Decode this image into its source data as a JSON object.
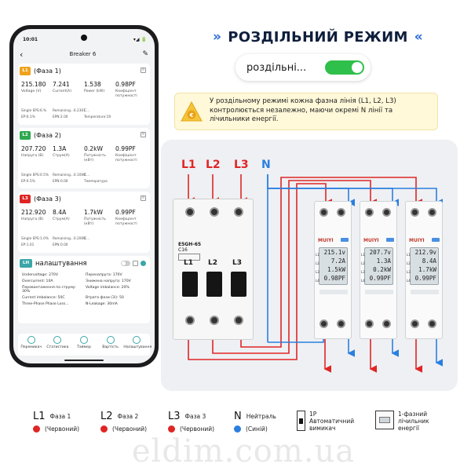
{
  "title": "РОЗДІЛЬНИЙ РЕЖИМ",
  "chevrons": {
    "left": "»",
    "right": "«"
  },
  "mode_pill": {
    "label": "роздільні...",
    "toggle_on": true
  },
  "notice": {
    "text": "У роздільному режимі кожна фазна лінія (L1, L2, L3) контролюється незалежно, маючи окремі N лінії та лічильники енергії."
  },
  "phone": {
    "status_time": "10:01",
    "status_right": "▾◢ 🔋",
    "back": "‹",
    "screen_title": "Breaker 6",
    "edit": "✎",
    "phases": [
      {
        "tag": "L1",
        "title": "(Фаза 1)",
        "color": "#f0a21c",
        "values": [
          {
            "n": "215.180",
            "l": "Voltage (V)"
          },
          {
            "n": "7.241",
            "l": "Current(A)"
          },
          {
            "n": "1.538",
            "l": "Power (kW)"
          },
          {
            "n": "0.98PF",
            "l": "Коефіцієнт потужності"
          }
        ],
        "foot1": [
          "Single EPS:6.%",
          "Remaining...6.2301",
          "C...",
          ""
        ],
        "foot2": [
          "EP:6.1%",
          "EPN:2.00",
          "Temperature:19",
          ""
        ]
      },
      {
        "tag": "L2",
        "title": "(Фаза 2)",
        "color": "#2fa84f",
        "values": [
          {
            "n": "207.720",
            "l": "Напруга (В)"
          },
          {
            "n": "1.3A",
            "l": "Струм(А)"
          },
          {
            "n": "0.2kW",
            "l": "Потужність (кВт)"
          },
          {
            "n": "0.99PF",
            "l": "Коефіцієнт потужності"
          }
        ],
        "foot1": [
          "Single EPS:0.5%",
          "Remaining...0.1000",
          "C...",
          ""
        ],
        "foot2": [
          "EP:0.5%",
          "EPN:0.00",
          "Температура",
          ""
        ]
      },
      {
        "tag": "L3",
        "title": "(Фаза 3)",
        "color": "#e02525",
        "values": [
          {
            "n": "212.920",
            "l": "Напруга (В)"
          },
          {
            "n": "8.4A",
            "l": "Струм(А)"
          },
          {
            "n": "1.7kW",
            "l": "Потужність (кВт)"
          },
          {
            "n": "0.99PF",
            "l": "Коефіцієнт потужності"
          }
        ],
        "foot1": [
          "Single EPS:1.0%",
          "Remaining...0.2000",
          "C...",
          ""
        ],
        "foot2": [
          "EP:1.01",
          "EPN:0.00",
          "",
          ""
        ]
      }
    ],
    "settings": {
      "tag": "LH",
      "title": "налаштування",
      "rows": [
        [
          "Undervoltage: 270V",
          "Перенапруга: 170V"
        ],
        [
          "Overcurrent: 10A",
          "Знижена напруга: 170V"
        ],
        [
          "Перевантаження по струму: 30%",
          "Voltage imbalance: 20%"
        ],
        [
          "Current imbalance: 50C",
          "Втрата фази (Зі): 50"
        ],
        [
          "Three-Phase Phase Loss...",
          "N-Leakage: 30mA"
        ]
      ]
    },
    "tabs": [
      "Перемикач",
      "Статистика",
      "Таймер",
      "Вартість",
      "Налаштування"
    ]
  },
  "diagram": {
    "lines": [
      "L1",
      "L2",
      "L3",
      "N"
    ],
    "line_colors": [
      "#e02525",
      "#e02525",
      "#e02525",
      "#2a7fe0"
    ],
    "breaker": {
      "model": "E5GH-65",
      "rating": "C16",
      "poles": [
        "L1",
        "L2",
        "L3"
      ]
    },
    "meters": [
      {
        "brand": "MUIYI",
        "v": "215.1v",
        "a": "7.2A",
        "kw": "1.5kW",
        "pf": "0.98PF"
      },
      {
        "brand": "MUIYI",
        "v": "207.7v",
        "a": "1.3A",
        "kw": "0.2kW",
        "pf": "0.99PF"
      },
      {
        "brand": "MUIYI",
        "v": "212.9v",
        "a": "8.4A",
        "kw": "1.7kW",
        "pf": "0.99PF"
      }
    ],
    "lcd_side": [
      "L1",
      "L2",
      "L3",
      "L4"
    ]
  },
  "legend": [
    {
      "code": "L1",
      "label": "Фаза 1",
      "sub": "(Червоний)",
      "color": "#e02525"
    },
    {
      "code": "L2",
      "label": "Фаза 2",
      "sub": "(Червоний)",
      "color": "#e02525"
    },
    {
      "code": "L3",
      "label": "Фаза 3",
      "sub": "(Червоний)",
      "color": "#e02525"
    },
    {
      "code": "N",
      "label": "Нейтраль",
      "sub": "(Синій)",
      "color": "#2a7fe0"
    },
    {
      "label": "1P Автоматичний вимикач"
    },
    {
      "label": "1-фазний лічильник енергії"
    }
  ],
  "watermark": "eldim.com.ua"
}
